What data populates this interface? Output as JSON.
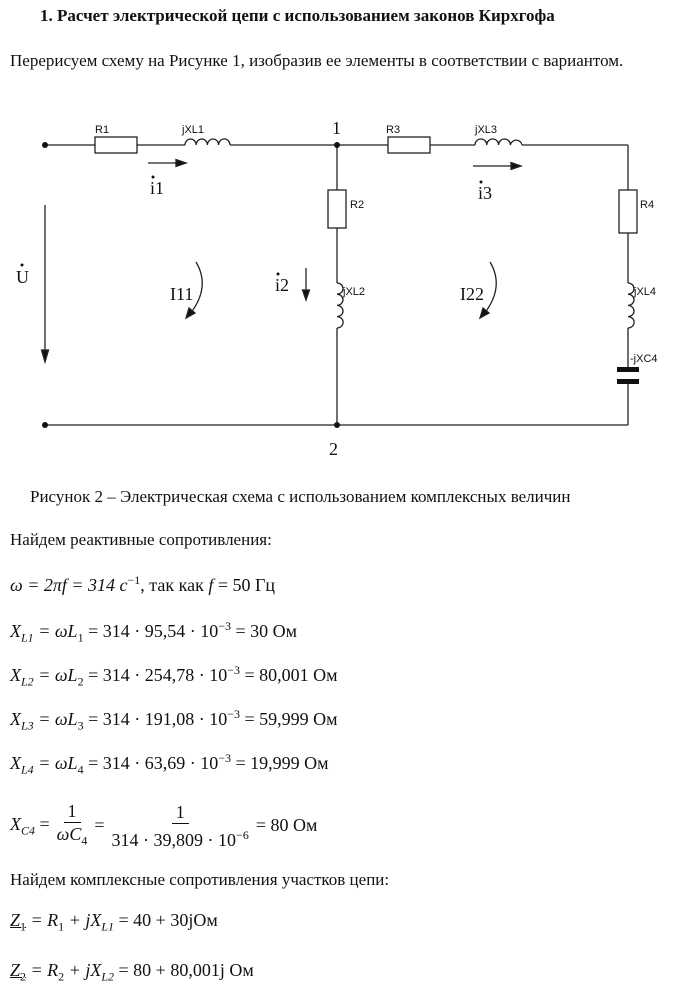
{
  "title": "1.  Расчет электрической цепи с использованием законов Кирхгофа",
  "intro": "Перерисуем схему на Рисунке 1, изобразив ее элементы в соответствии с вариантом.",
  "circuit": {
    "R1": "R1",
    "XL1": "jXL1",
    "R3": "R3",
    "XL3": "jXL3",
    "R2": "R2",
    "XL2": "jXL2",
    "R4": "R4",
    "XL4": "jXL4",
    "C4": "-jXC4",
    "node1": "1",
    "node2": "2",
    "U": "U",
    "I1": "I1",
    "I2": "I2",
    "I3": "I3",
    "I11": "I11",
    "I22": "I22"
  },
  "caption": "Рисунок 2 – Электрическая схема с использованием комплексных величин",
  "reactive_heading": "Найдем реактивные сопротивления:",
  "omega": {
    "lhs": "ω = 2πf = 314 с",
    "exp": "−1",
    "rest": ", так как ",
    "f": "f",
    " = 50 Гц": "",
    "tail": " = 50 Гц"
  },
  "formulas": [
    {
      "sym": "X",
      "sub": "L1",
      "mid": " = ωL",
      "msub": "1",
      "calc": " = 314 · 95,54 · 10",
      "exp": "−3",
      "res": " = 30 Ом"
    },
    {
      "sym": "X",
      "sub": "L2",
      "mid": " = ωL",
      "msub": "2",
      "calc": " = 314 · 254,78 · 10",
      "exp": "−3",
      "res": " = 80,001 Ом"
    },
    {
      "sym": "X",
      "sub": "L3",
      "mid": " = ωL",
      "msub": "3",
      "calc": " = 314 · 191,08 · 10",
      "exp": "−3",
      "res": " = 59,999 Ом"
    },
    {
      "sym": "X",
      "sub": "L4",
      "mid": " = ωL",
      "msub": "4",
      "calc": " = 314 · 63,69 · 10",
      "exp": "−3",
      "res": " = 19,999 Ом"
    }
  ],
  "xc4": {
    "sym": "X",
    "sub": "C4",
    "num1": "1",
    "den1": "ωC",
    "den1sub": "4",
    "num2": "1",
    "den2": "314 · 39,809 · 10",
    "den2exp": "−6",
    "res": " = 80 Ом"
  },
  "complex_heading": "Найдем комплексные сопротивления участков цепи:",
  "z": [
    {
      "sym": "Z",
      "sub": "1",
      "mid": " = R",
      "msub": "1",
      "plus": " + jX",
      "psub": "L1",
      "res": " = 40 + 30jОм"
    },
    {
      "sym": "Z",
      "sub": "2",
      "mid": " = R",
      "msub": "2",
      "plus": " + jX",
      "psub": "L2",
      "res": " = 80 + 80,001j Ом"
    }
  ]
}
